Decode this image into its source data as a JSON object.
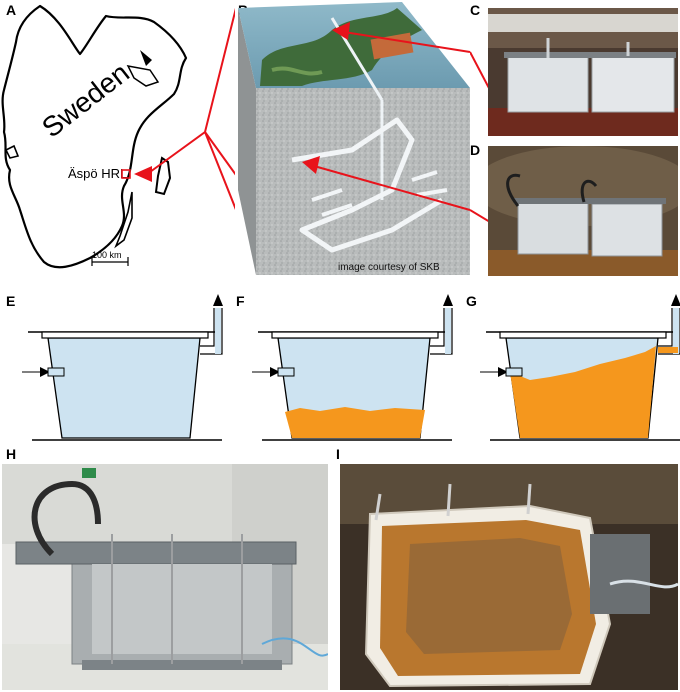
{
  "panels": {
    "a": "A",
    "b": "B",
    "c": "C",
    "d": "D",
    "e": "E",
    "f": "F",
    "g": "G",
    "h": "H",
    "i": "I"
  },
  "map": {
    "country": "Sweden",
    "site": "Äspö HRL",
    "scale": "100 km"
  },
  "block_credit": "image courtesy of SKB",
  "colors": {
    "water": "#cde3f1",
    "sediment": "#f5971d",
    "arrow": "#e8131b",
    "outline": "#000000"
  },
  "icons": {
    "inlet": "arrow-right-icon",
    "outlet": "arrow-up-icon"
  }
}
